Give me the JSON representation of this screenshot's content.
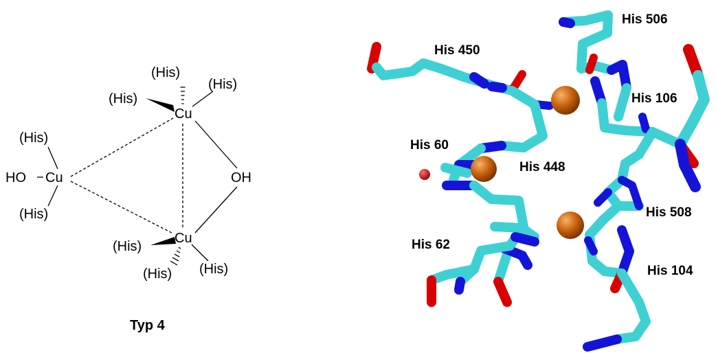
{
  "scheme": {
    "atoms": {
      "cu_top": "Cu",
      "cu_left": "Cu",
      "cu_bottom": "Cu",
      "oh_bridge": "OH",
      "oh_terminal": "HO"
    },
    "ligands": {
      "top_up": "(His)",
      "top_right": "(His)",
      "top_left": "(His)",
      "left_up": "(His)",
      "left_down": "(His)",
      "bottom_left": "(His)",
      "bottom_down": "(His)",
      "bottom_right": "(His)"
    },
    "caption": "Typ 4"
  },
  "structure": {
    "colors": {
      "carbon": "#3fd0d4",
      "nitrogen": "#1414d8",
      "oxygen": "#d80000",
      "copper": "#c8600c",
      "water": "#d00000"
    },
    "labels": [
      "His 506",
      "His 450",
      "His 106",
      "His 60",
      "His 448",
      "His 508",
      "His 62",
      "His 104"
    ]
  }
}
